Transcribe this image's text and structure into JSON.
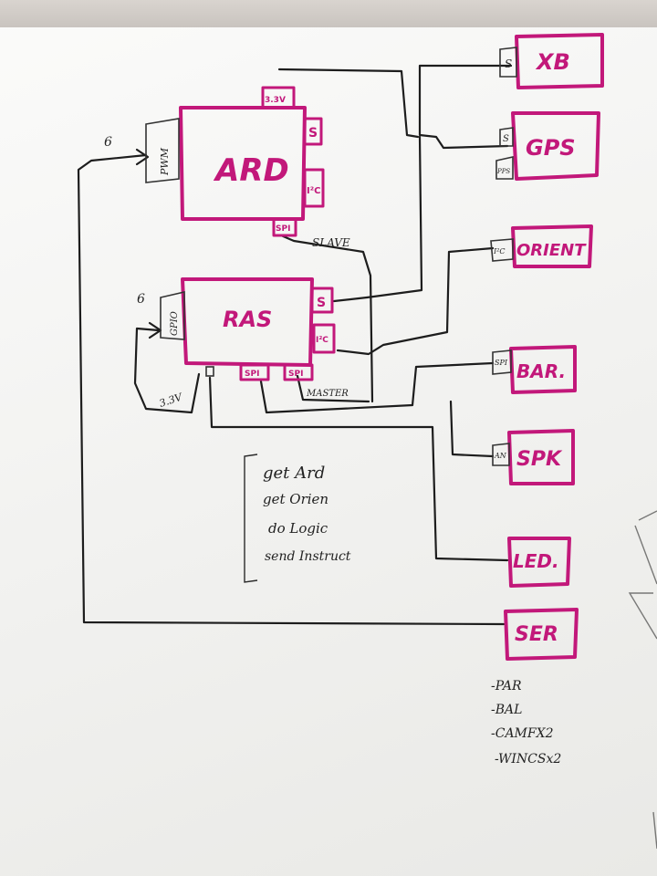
{
  "modules": {
    "ard": "ARD",
    "ras": "RAS",
    "xb": "XB",
    "gps": "GPS",
    "orient": "ORIENT",
    "bar": "BAR.",
    "spk": "SPK",
    "led": "LED.",
    "ser": "SER"
  },
  "pins": {
    "ard_top": "3.3V",
    "ard_s": "S",
    "ard_i2c": "I²C",
    "ard_spi": "SPI",
    "ard_pwm": "PWM",
    "ras_gpio": "GPIO",
    "ras_s": "S",
    "ras_i2c": "I²C",
    "ras_spi1": "SPI",
    "ras_spi2": "SPI",
    "xb_s": "S",
    "gps_s": "S",
    "gps_pps": "PPS",
    "orient_pin": "I²C",
    "bar_pin": "SPI",
    "spk_pin": "AN"
  },
  "annotations": {
    "ard_pwm_count": "6",
    "ras_gpio_count": "6",
    "slave": "SLAVE",
    "master": "MASTER",
    "ras_power": "3.3V"
  },
  "notes": [
    "get Ard",
    "get Orien",
    "do Logic",
    "send Instruct"
  ],
  "ser_notes": [
    "-PAR",
    "-BAL",
    "-CAMFX2",
    "-WINCSx2"
  ]
}
